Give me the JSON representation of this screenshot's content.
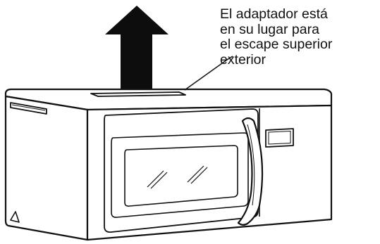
{
  "callout": {
    "lines": [
      "El adaptador está",
      "en su lugar para",
      "el escape superior",
      "exterior"
    ]
  },
  "colors": {
    "stroke": "#111111",
    "arrow_fill": "#0d0d0d",
    "background": "#ffffff"
  },
  "icons": {
    "direction_arrow": "up-arrow",
    "corner_mark": "triangle"
  }
}
